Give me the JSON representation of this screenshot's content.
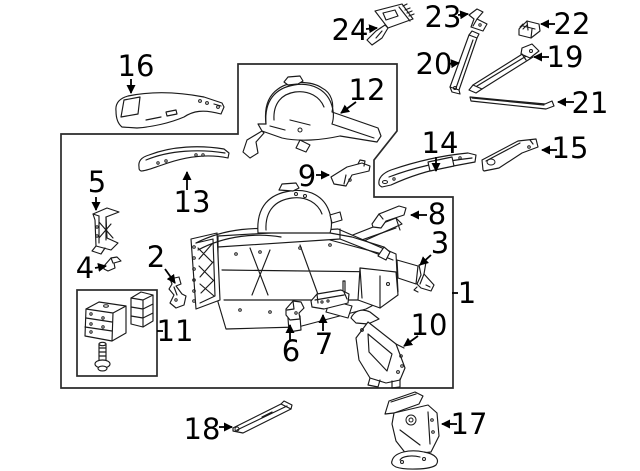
{
  "diagram": {
    "type": "exploded-parts-diagram",
    "background": "#ffffff",
    "line_color": "#1a1a1a",
    "label_color": "#000000"
  },
  "callouts": [
    {
      "number": "1"
    },
    {
      "number": "2"
    },
    {
      "number": "3"
    },
    {
      "number": "4"
    },
    {
      "number": "5"
    },
    {
      "number": "6"
    },
    {
      "number": "7"
    },
    {
      "number": "8"
    },
    {
      "number": "9"
    },
    {
      "number": "10"
    },
    {
      "number": "11"
    },
    {
      "number": "12"
    },
    {
      "number": "13"
    },
    {
      "number": "14"
    },
    {
      "number": "15"
    },
    {
      "number": "16"
    },
    {
      "number": "17"
    },
    {
      "number": "18"
    },
    {
      "number": "19"
    },
    {
      "number": "20"
    },
    {
      "number": "21"
    },
    {
      "number": "22"
    },
    {
      "number": "23"
    },
    {
      "number": "24"
    }
  ]
}
